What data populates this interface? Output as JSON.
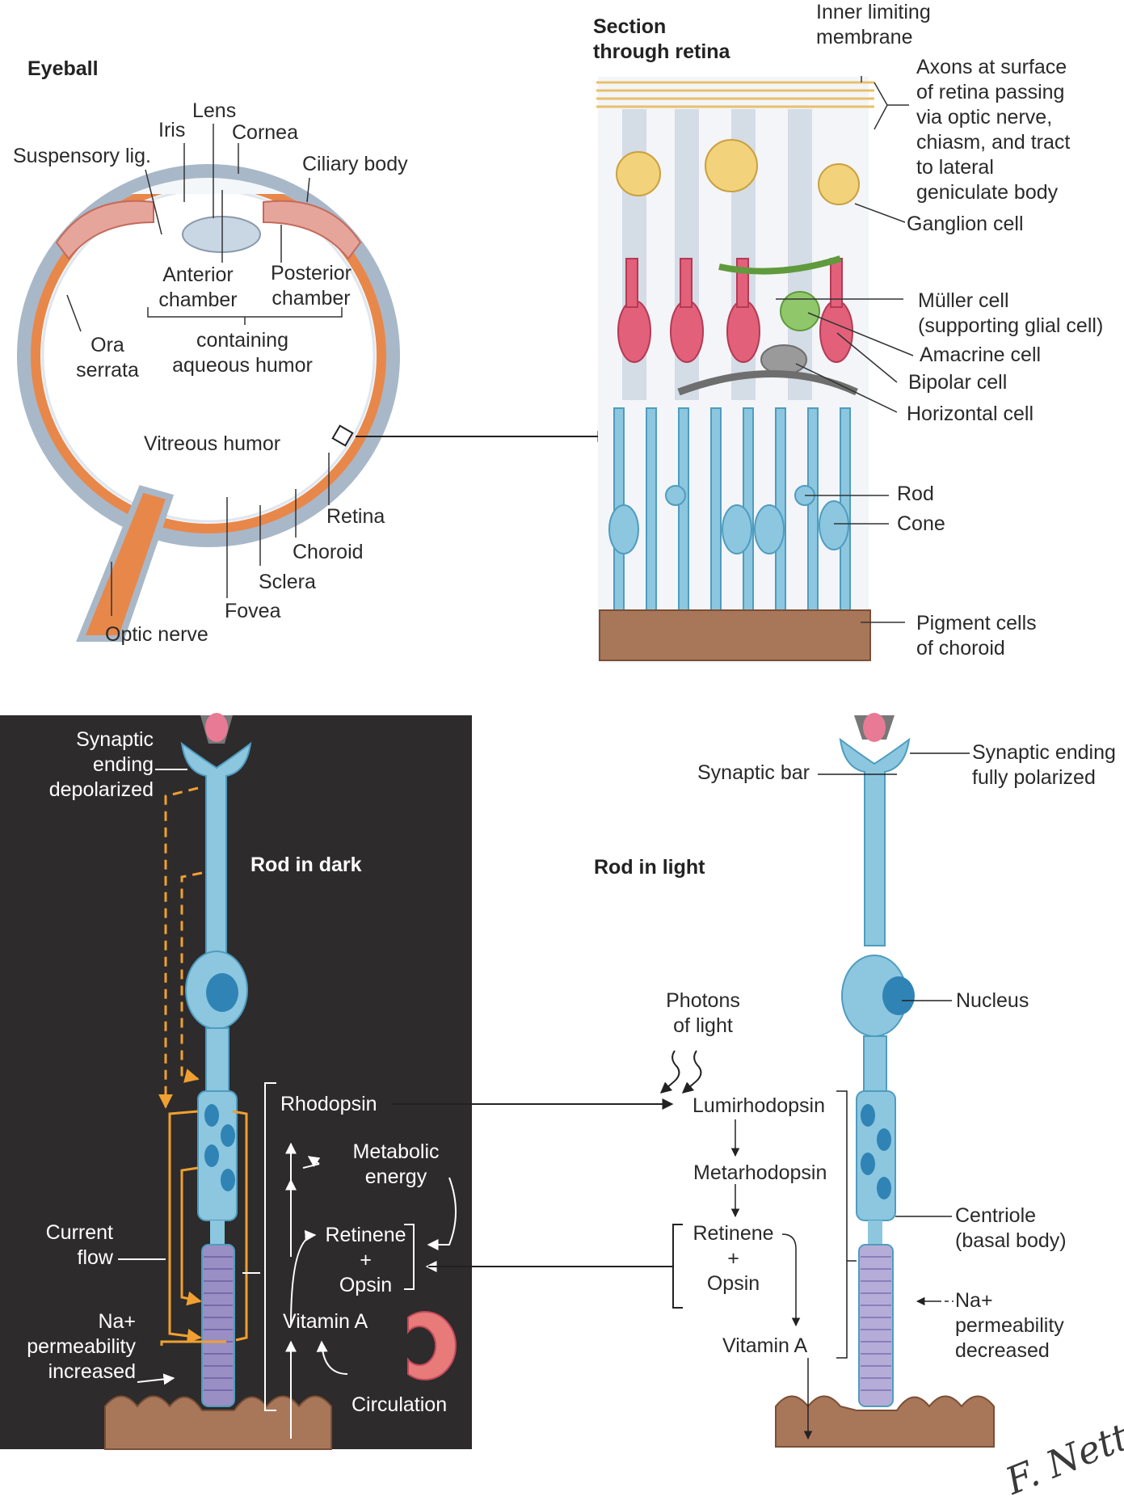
{
  "eyeball": {
    "title": "Eyeball",
    "labels": {
      "lens": "Lens",
      "iris": "Iris",
      "cornea": "Cornea",
      "suspensory": "Suspensory lig.",
      "ciliary": "Ciliary body",
      "anterior": "Anterior\nchamber",
      "posterior": "Posterior\nchamber",
      "aqueous": "containing\naqueous humor",
      "ora": "Ora\nserrata",
      "vitreous": "Vitreous humor",
      "retina": "Retina",
      "choroid": "Choroid",
      "sclera": "Sclera",
      "fovea": "Fovea",
      "optic": "Optic nerve"
    }
  },
  "retina_section": {
    "title": "Section\nthrough retina",
    "labels": {
      "ilm": "Inner limiting\nmembrane",
      "axons": "Axons at surface\nof retina passing\nvia optic nerve,\nchiasm, and tract\nto lateral\ngeniculate body",
      "ganglion": "Ganglion cell",
      "muller": "Müller cell\n(supporting glial cell)",
      "amacrine": "Amacrine cell",
      "bipolar": "Bipolar cell",
      "horizontal": "Horizontal cell",
      "rod": "Rod",
      "cone": "Cone",
      "pigment": "Pigment cells\nof choroid"
    }
  },
  "rod_dark": {
    "title": "Rod in dark",
    "labels": {
      "synaptic": "Synaptic\nending\ndepolarized",
      "current": "Current\nflow",
      "na_increased": "Na+\npermeability\nincreased",
      "rhodopsin": "Rhodopsin",
      "metabolic": "Metabolic\nenergy",
      "retinene": "Retinene\n+\nOpsin",
      "vitamin_a": "Vitamin A",
      "circulation": "Circulation"
    }
  },
  "rod_light": {
    "title": "Rod in light",
    "labels": {
      "synaptic_bar": "Synaptic bar",
      "synaptic_polarized": "Synaptic ending\nfully polarized",
      "photons": "Photons\nof light",
      "lumirhodopsin": "Lumirhodopsin",
      "metarhodopsin": "Metarhodopsin",
      "retinene": "Retinene\n+\nOpsin",
      "vitamin_a": "Vitamin A",
      "nucleus": "Nucleus",
      "centriole": "Centriole\n(basal body)",
      "na_decreased": "Na+\npermeability\ndecreased"
    }
  },
  "colors": {
    "dark_panel": "#2d2b2c",
    "rod_blue": "#8cc7df",
    "retina_orange": "#e8874a",
    "ganglion_yellow": "#f2d27a",
    "bipolar_pink": "#e2607a",
    "amacrine_green": "#8fc76a",
    "pigment_brown": "#a8775a",
    "current_orange": "#f0a030"
  },
  "signature": "F. Netter M.D."
}
